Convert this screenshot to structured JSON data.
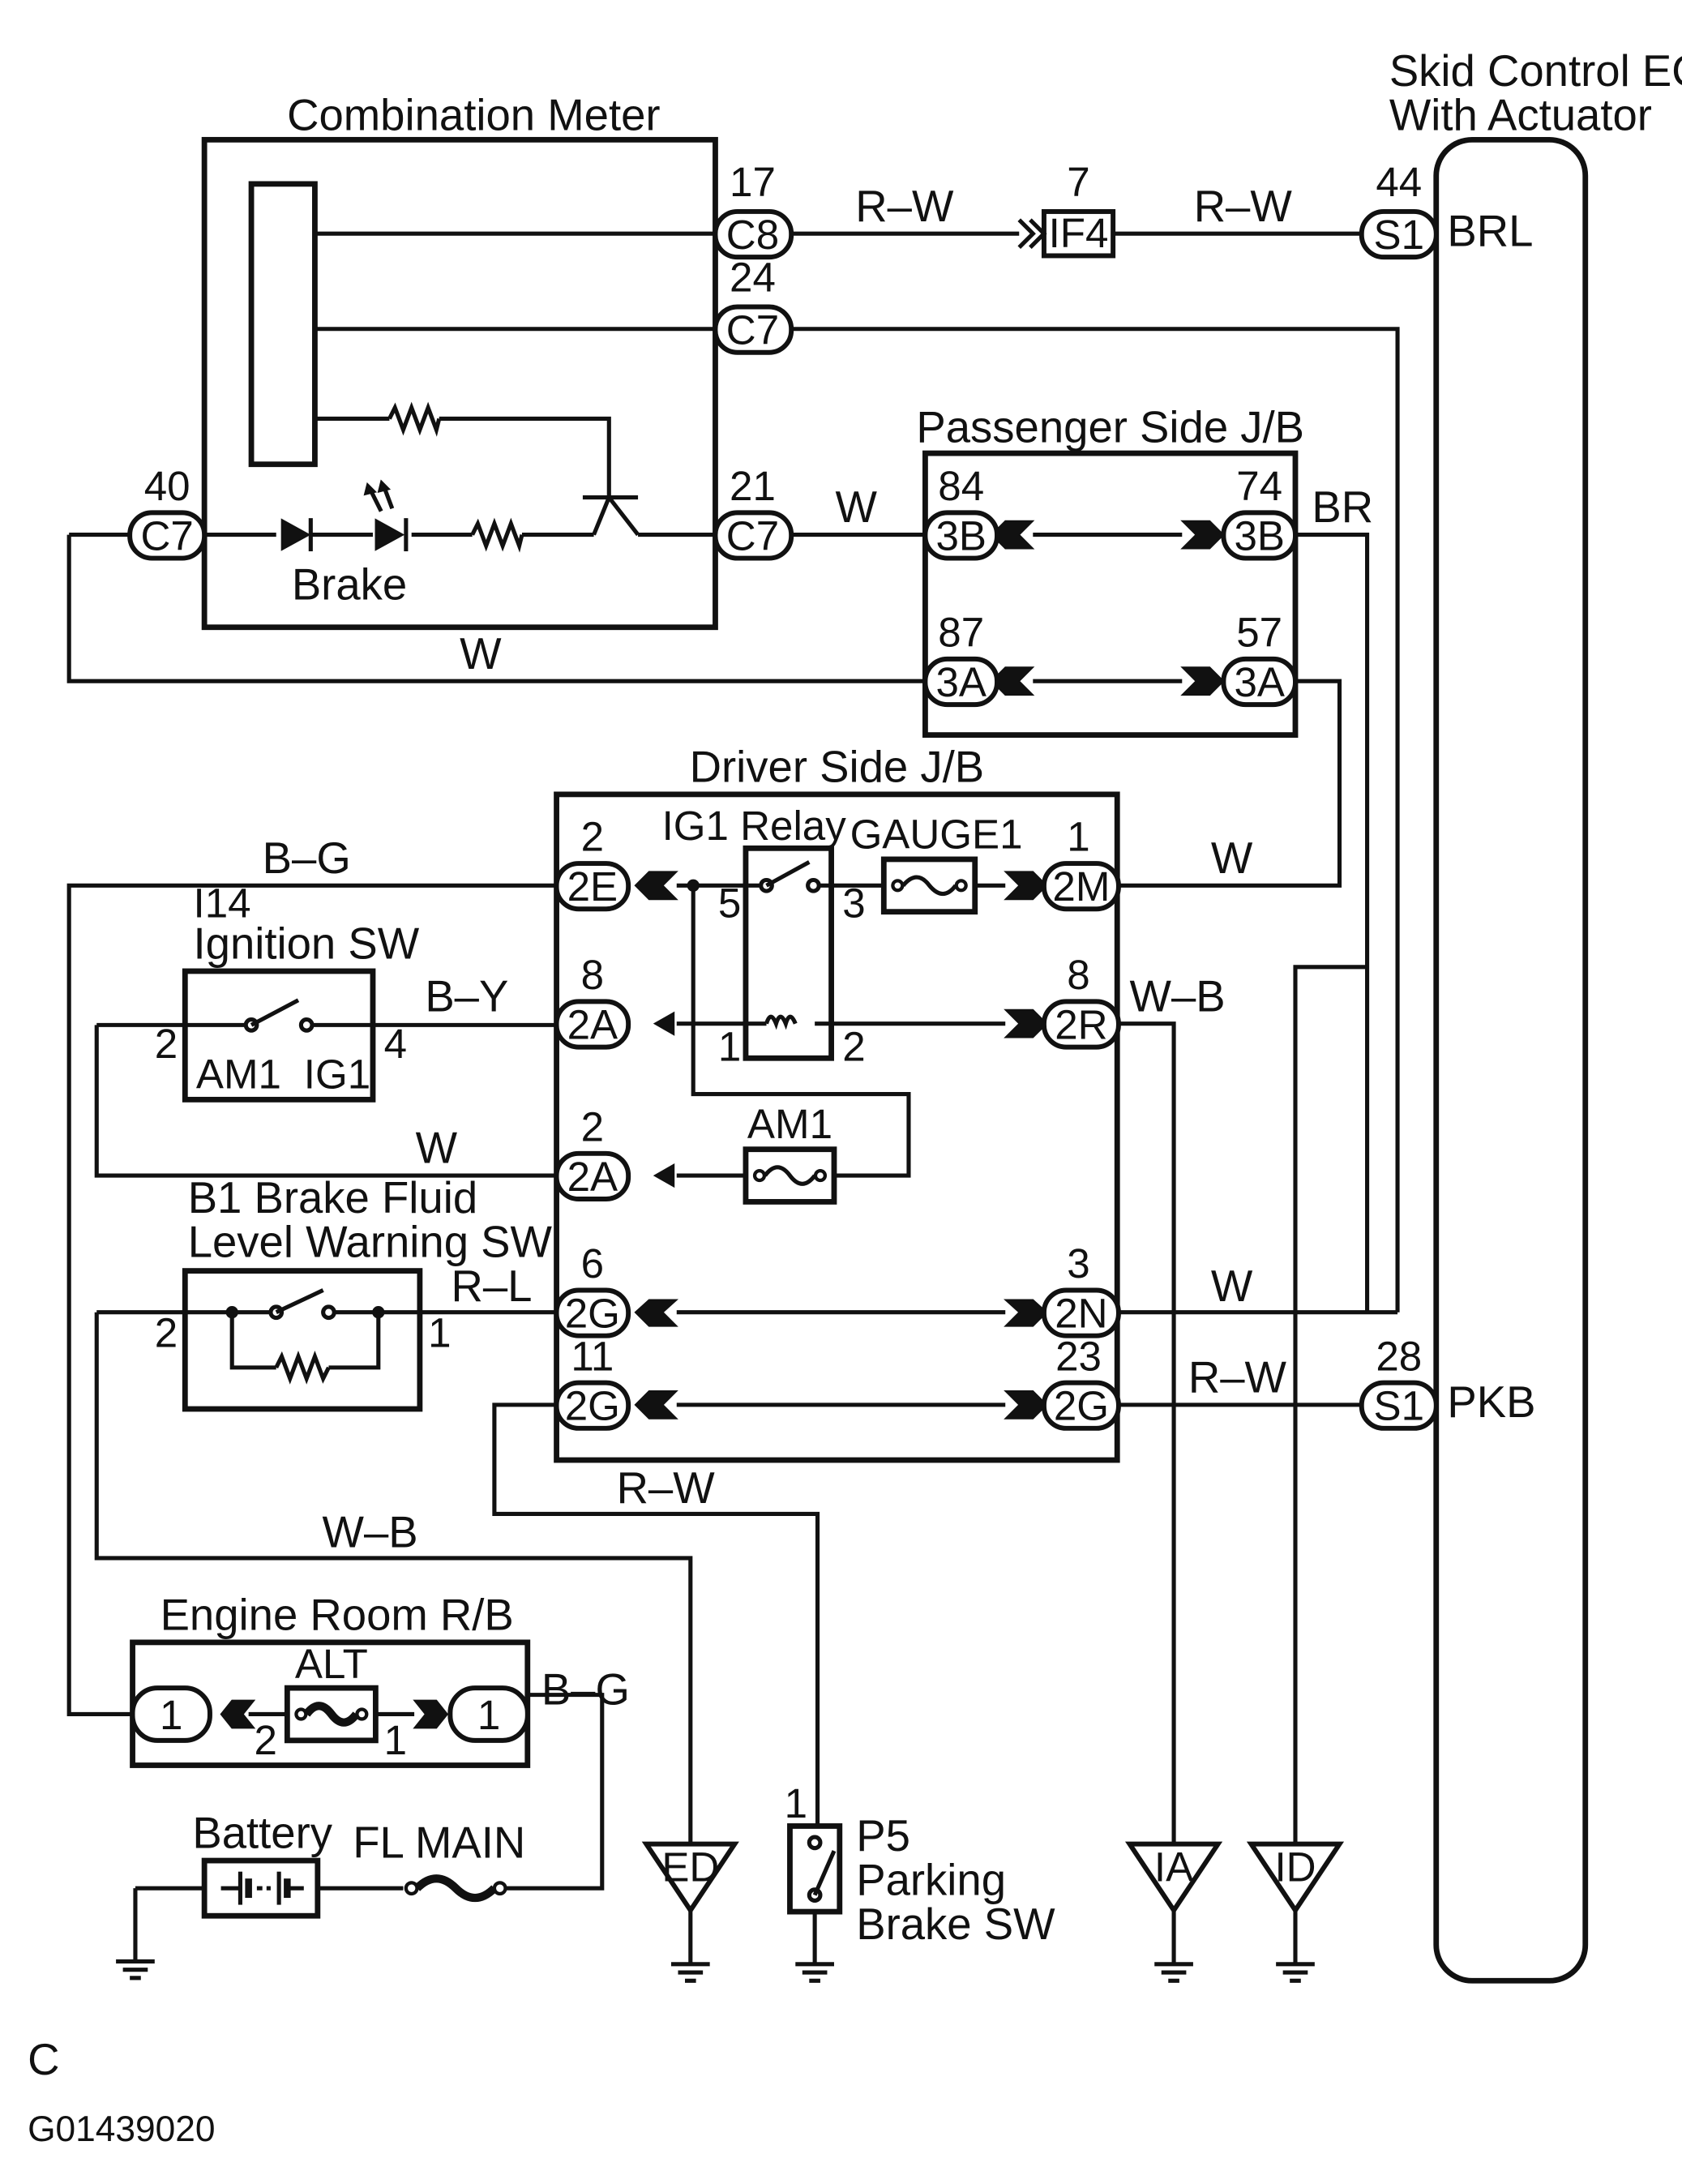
{
  "components": {
    "combination_meter": "Combination Meter",
    "brake_label": "Brake",
    "skid_ecu_line1": "Skid Control ECU",
    "skid_ecu_line2": "With Actuator",
    "ecu_brl": "BRL",
    "ecu_pkb": "PKB",
    "passenger_jb": "Passenger Side J/B",
    "driver_jb": "Driver Side J/B",
    "ig1_relay": "IG1 Relay",
    "gauge1": "GAUGE1",
    "am1_fuse": "AM1",
    "ignition_code": "I14",
    "ignition_sw": "Ignition SW",
    "ig_am1": "AM1",
    "ig_ig1": "IG1",
    "brake_fluid_line1": "B1 Brake Fluid",
    "brake_fluid_line2": "Level Warning SW",
    "engine_rb": "Engine Room R/B",
    "alt_fuse": "ALT",
    "battery": "Battery",
    "fl_main": "FL MAIN",
    "parking_code": "P5",
    "parking_line1": "Parking",
    "parking_line2": "Brake SW",
    "ground_ed": "ED",
    "ground_ia": "IA",
    "ground_id": "ID"
  },
  "connectors": {
    "c8": {
      "code": "C8",
      "pin": "17"
    },
    "c7_24": {
      "code": "C7",
      "pin": "24"
    },
    "c7_40": {
      "code": "C7",
      "pin": "40"
    },
    "c7_21": {
      "code": "C7",
      "pin": "21"
    },
    "if4": {
      "code": "IF4",
      "pin": "7"
    },
    "s1_44": {
      "code": "S1",
      "pin": "44"
    },
    "s1_28": {
      "code": "S1",
      "pin": "28"
    },
    "p3b_84": {
      "code": "3B",
      "pin": "84"
    },
    "p3b_74": {
      "code": "3B",
      "pin": "74"
    },
    "p3a_87": {
      "code": "3A",
      "pin": "87"
    },
    "p3a_57": {
      "code": "3A",
      "pin": "57"
    },
    "d2e": {
      "code": "2E",
      "pin": "2"
    },
    "d2m": {
      "code": "2M",
      "pin": "1"
    },
    "d2a_8": {
      "code": "2A",
      "pin": "8"
    },
    "d2r": {
      "code": "2R",
      "pin": "8"
    },
    "d2a_2": {
      "code": "2A",
      "pin": "2"
    },
    "d2g_6": {
      "code": "2G",
      "pin": "6"
    },
    "d2n": {
      "code": "2N",
      "pin": "3"
    },
    "d2g_11": {
      "code": "2G",
      "pin": "11"
    },
    "d2g_23": {
      "code": "2G",
      "pin": "23"
    },
    "er1_left": {
      "code": "1"
    },
    "er1_right": {
      "code": "1"
    }
  },
  "pins": {
    "relay_5": "5",
    "relay_3": "3",
    "relay_1": "1",
    "relay_2": "2",
    "ig_2": "2",
    "ig_4": "4",
    "bf_2": "2",
    "bf_1": "1",
    "alt_2": "2",
    "alt_1": "1",
    "pb_1": "1"
  },
  "wire_colors": {
    "c8_if4": "R–W",
    "if4_s1": "R–W",
    "c7_3b": "W",
    "br": "BR",
    "c7_3a": "W",
    "bg_top": "B–G",
    "by": "B–Y",
    "wb_right": "W–B",
    "w_2m": "W",
    "w_am1": "W",
    "rl": "R–L",
    "w_2n": "W",
    "rw_s1": "R–W",
    "rw_pb": "R–W",
    "wb_ed": "W–B",
    "bg_er": "B–G"
  },
  "footer": {
    "letter": "C",
    "figure_code": "G01439020"
  }
}
